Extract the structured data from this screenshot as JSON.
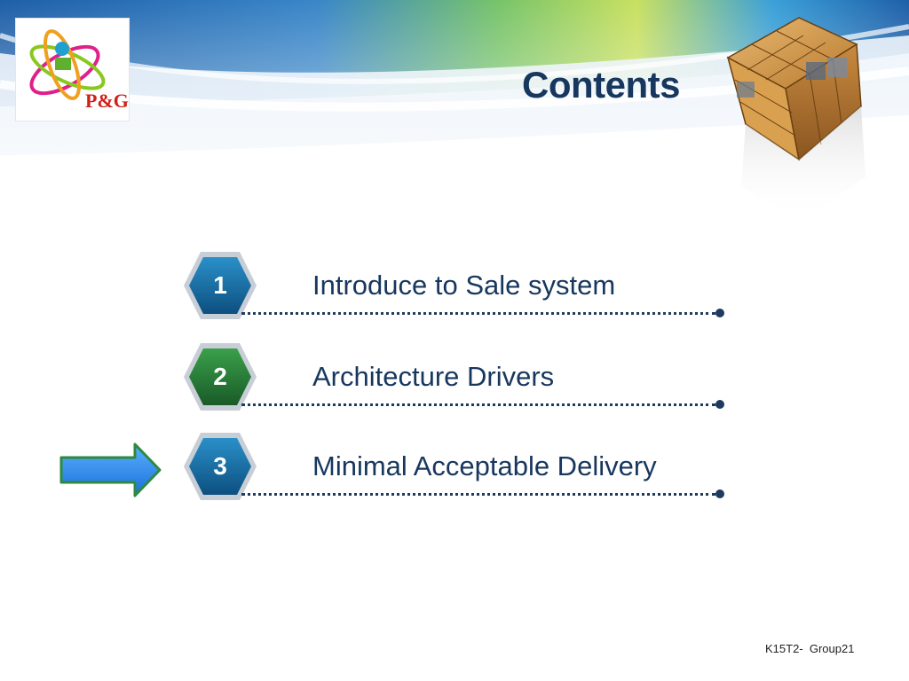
{
  "slide": {
    "title": "Contents",
    "footer": "K15T2-  Group21"
  },
  "logo": {
    "text": "P&G",
    "icon": "pg-atom-logo"
  },
  "items": [
    {
      "number": "1",
      "label": "Introduce to Sale system",
      "color": "#1a6fa0"
    },
    {
      "number": "2",
      "label": "Architecture Drivers",
      "color": "#2e8a3e"
    },
    {
      "number": "3",
      "label": "Minimal Acceptable Delivery",
      "color": "#1a6fa0"
    }
  ],
  "pointer": {
    "icon": "right-arrow-icon",
    "color": "#2f8ef0",
    "current_item": "3"
  },
  "colors": {
    "title": "#17375e",
    "text": "#17375e",
    "dotted_line": "#1f3a60"
  }
}
